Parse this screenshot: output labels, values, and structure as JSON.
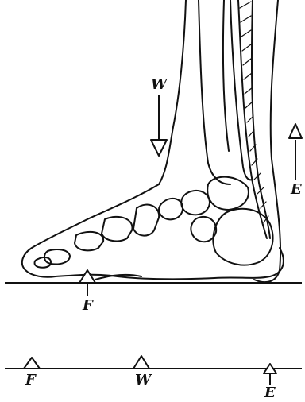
{
  "labels": {
    "weight_top": "W",
    "effort_top": "E",
    "fulcrum_top": "F",
    "fulcrum_bottom": "F",
    "weight_bottom": "W",
    "effort_bottom": "E"
  },
  "colors": {
    "ink": "#111111",
    "paper": "#ffffff"
  }
}
